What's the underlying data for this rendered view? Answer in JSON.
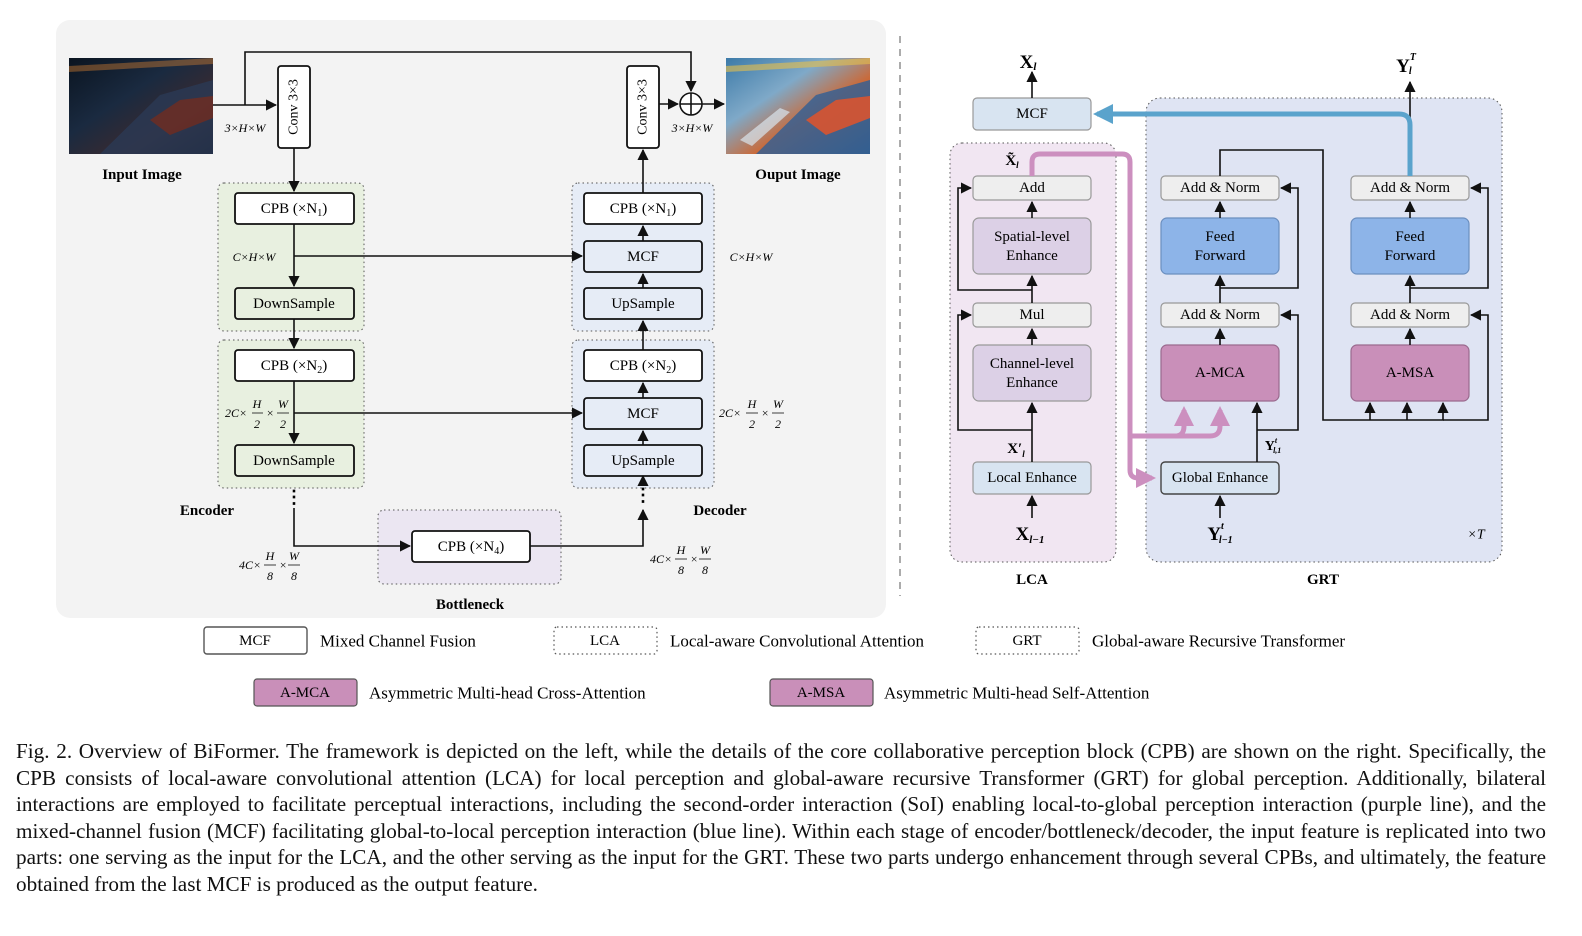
{
  "framework": {
    "input_label": "Input Image",
    "output_label": "Ouput Image",
    "conv_in": "Conv 3×3",
    "conv_out": "Conv 3×3",
    "dim_in": "3×H×W",
    "dim_out": "3×H×W",
    "dim_c": "C×H×W",
    "dim_c_dec": "C×H×W",
    "dim_2c_prefix": "2C×",
    "dim_4c_prefix": "4C×",
    "frac_h": "H",
    "frac_w": "W",
    "den_2": "2",
    "den_8": "8",
    "times": "×",
    "cpb_n1": "CPB (×N",
    "sub_1": "1",
    "sub_2": "2",
    "sub_4": "4",
    "close_paren": ")",
    "downsample": "DownSample",
    "upsample": "UpSample",
    "mcf": "MCF",
    "encoder": "Encoder",
    "decoder": "Decoder",
    "bottleneck": "Bottleneck",
    "dots": "⋮"
  },
  "cpb_detail": {
    "x_out": "X",
    "x_out_sub": "l",
    "y_out": "Y",
    "y_out_sup": "T",
    "y_out_sub": "l",
    "xhat": "X̃",
    "xhat_sub": "l",
    "x_prime": "X′",
    "x_prime_sub": "l",
    "x_in": "X",
    "x_in_sub": "l−1",
    "y_in": "Y",
    "y_in_sup": "t",
    "y_in_sub": "l−1",
    "y_mid": "Y",
    "y_mid_sup": "t",
    "y_mid_sub": "l,1",
    "mcf": "MCF",
    "add": "Add",
    "spatial_1": "Spatial-level",
    "spatial_2": "Enhance",
    "mul": "Mul",
    "channel_1": "Channel-level",
    "channel_2": "Enhance",
    "local_enhance": "Local Enhance",
    "global_enhance": "Global Enhance",
    "add_norm": "Add & Norm",
    "feed": "Feed",
    "forward": "Forward",
    "a_mca": "A-MCA",
    "a_msa": "A-MSA",
    "lca_label": "LCA",
    "grt_label": "GRT",
    "times_t": "×T"
  },
  "legend": {
    "mcf_key": "MCF",
    "mcf_text": "Mixed Channel Fusion",
    "lca_key": "LCA",
    "lca_text": "Local-aware Convolutional Attention",
    "grt_key": "GRT",
    "grt_text": "Global-aware Recursive Transformer",
    "amca_key": "A-MCA",
    "amca_text": "Asymmetric  Multi-head Cross-Attention",
    "amsa_key": "A-MSA",
    "amsa_text": "Asymmetric Multi-head Self-Attention"
  },
  "caption": {
    "line1": "Fig. 2.    Overview of BiFormer. The framework is depicted on the left, while the details of the core collaborative perception block (CPB) are shown on the right. Specifically, the CPB consists of local-aware convolutional attention (LCA) for local perception and global-aware recursive Transformer (GRT) for global perception. Additionally, bilateral interactions are employed to facilitate perceptual interactions, including the second-order interaction (SoI) enabling local-to-global perception interaction (purple line), and the mixed-channel fusion (MCF) facilitating global-to-local perception interaction (blue line). Within each stage of encoder/bottleneck/decoder, the input feature is replicated into two parts: one serving as the input for the LCA, and the other serving as the input for the GRT. These two parts undergo enhancement through several CPBs, and ultimately, the feature obtained from the last MCF is produced as the output feature."
  },
  "colors": {
    "panel_bg": "#f3f3f3",
    "encoder_green": "#e8f0e0",
    "decoder_blue": "#e6ecf6",
    "bottleneck_purple": "#ebe6f2",
    "lca_pink": "#f1e6f2",
    "grt_blue": "#dfe4f3",
    "feed_blue": "#8db4e8",
    "attn_pink": "#c98fb9",
    "mcf_blue": "#d8e4f1",
    "blue_line": "#5aa3cc",
    "purple_line": "#cc8fbf"
  }
}
